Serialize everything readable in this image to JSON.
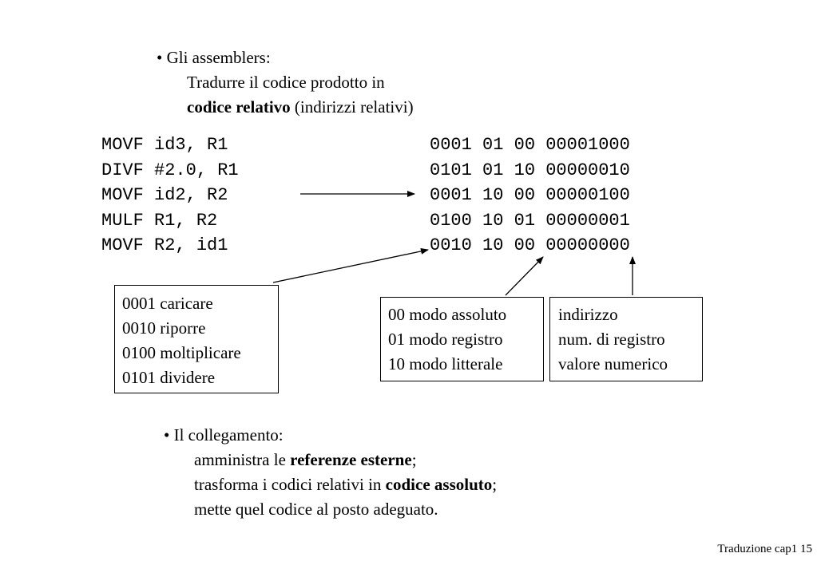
{
  "assemblers": {
    "heading": "• Gli assemblers:",
    "line1": "Tradurre il codice prodotto in",
    "line2_bold": "codice relativo",
    "line2_rest": " (indirizzi relativi)"
  },
  "code_rows": [
    {
      "instr": "MOVF id3, R1",
      "binary": "0001 01 00 00001000"
    },
    {
      "instr": "DIVF #2.0, R1",
      "binary": "0101 01 10 00000010"
    },
    {
      "instr": "MOVF id2, R2",
      "binary": "0001 10 00 00000100"
    },
    {
      "instr": "MULF R1, R2",
      "binary": "0100 10 01 00000001"
    },
    {
      "instr": "MOVF R2, id1",
      "binary": "0010 10 00 00000000"
    }
  ],
  "opcode_box": {
    "lines": [
      "0001 caricare",
      "0010 riporre",
      "0100 moltiplicare",
      "0101 dividere"
    ]
  },
  "mode_box": {
    "lines": [
      "00 modo assoluto",
      "01 modo registro",
      "10 modo litterale"
    ]
  },
  "address_box": {
    "lines": [
      "indirizzo",
      "num. di registro",
      "valore numerico"
    ]
  },
  "linking": {
    "heading": "• Il collegamento:",
    "line1_pre": "amministra le ",
    "line1_bold": "referenze esterne",
    "line1_post": ";",
    "line2_pre": "trasforma i codici relativi in ",
    "line2_bold": "codice assoluto",
    "line2_post": ";",
    "line3": "mette quel codice al posto adeguato."
  },
  "footer": "Traduzione cap1 15"
}
